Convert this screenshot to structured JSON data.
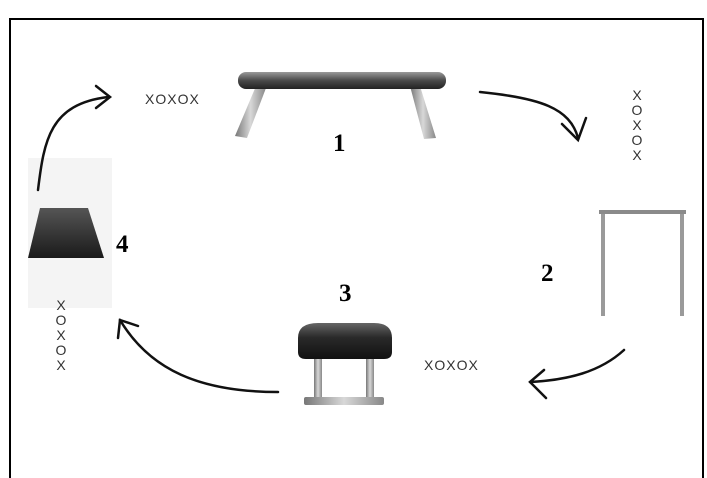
{
  "stations": [
    {
      "number": "1",
      "icon": "balance-beam-icon"
    },
    {
      "number": "2",
      "icon": "high-bar-icon"
    },
    {
      "number": "3",
      "icon": "pommel-horse-icon"
    },
    {
      "number": "4",
      "icon": "vault-box-icon"
    }
  ],
  "marks": {
    "top": "XOXOX",
    "right": "XOXOX",
    "bottom": "XOXOX",
    "left": "XOXOX"
  },
  "colors": {
    "frame": "#000000",
    "equipment_dark": "#2b2b2b",
    "equipment_leg": "#9a9a9a",
    "arrow": "#111111"
  }
}
